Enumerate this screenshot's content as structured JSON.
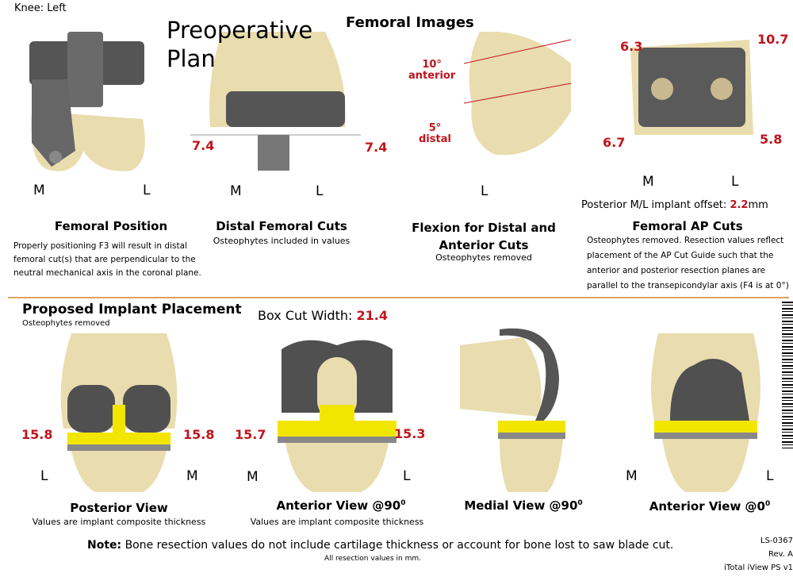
{
  "header": {
    "knee": "Knee: Left",
    "plan_title_1": "Preoperative",
    "plan_title_2": "Plan",
    "section": "Femoral Images"
  },
  "femoral": [
    {
      "title": "Femoral Position",
      "desc_lines": [
        "Properly positioning F3 will result in distal",
        "femoral cut(s) that are perpendicular to the",
        "neutral mechanical axis in the coronal plane."
      ],
      "m": "M",
      "l": "L"
    },
    {
      "title": "Distal Femoral Cuts",
      "desc": "Osteophytes included in values",
      "m": "M",
      "l": "L",
      "left_value": "7.4",
      "right_value": "7.4"
    },
    {
      "title_1": "Flexion for Distal and",
      "title_2": "Anterior Cuts",
      "desc": "Osteophytes removed",
      "l": "L",
      "anterior_angle": "10°",
      "anterior_label": "anterior",
      "distal_angle": "5°",
      "distal_label": "distal"
    },
    {
      "title": "Femoral AP Cuts",
      "desc_lines": [
        "Osteophytes removed. Resection values reflect",
        "placement of the AP Cut Guide such that the",
        "anterior and posterior resection planes are",
        "parallel to the transepicondylar axis (F4 is at 0°)"
      ],
      "m": "M",
      "l": "L",
      "values": {
        "top_left": "6.3",
        "top_right": "10.7",
        "bottom_left": "6.7",
        "bottom_right": "5.8"
      },
      "offset_label": "Posterior M/L implant offset:",
      "offset_value": "2.2",
      "offset_unit": "mm"
    }
  ],
  "placement": {
    "title": "Proposed Implant Placement",
    "subtitle": "Osteophytes removed",
    "box_cut_label": "Box Cut Width:",
    "box_cut_value": "21.4",
    "views": [
      {
        "title": "Posterior View",
        "desc": "Values are implant composite thickness",
        "left_value": "15.8",
        "right_value": "15.8",
        "left": "L",
        "right": "M"
      },
      {
        "title": "Anterior View @90",
        "sup": "0",
        "desc": "Values are implant composite thickness",
        "left_value": "15.7",
        "right_value": "15.3",
        "left": "M",
        "right": "L"
      },
      {
        "title": "Medial View @90",
        "sup": "0"
      },
      {
        "title": "Anterior View @0",
        "sup": "0",
        "left": "M",
        "right": "L"
      }
    ]
  },
  "footer": {
    "note_label": "Note:",
    "note": " Bone resection values do not include cartilage thickness or account for bone lost to saw blade cut.",
    "units": "All resection values in mm.",
    "doc_id": "LS-0367",
    "rev": "Rev. A",
    "product": "iTotal iView PS v1"
  },
  "colors": {
    "value_red": "#c0141c",
    "bone": "#e9dcae",
    "implant_grey": "#5a5a5a",
    "insert_yellow": "#f2e600",
    "divider": "#e0a060"
  }
}
